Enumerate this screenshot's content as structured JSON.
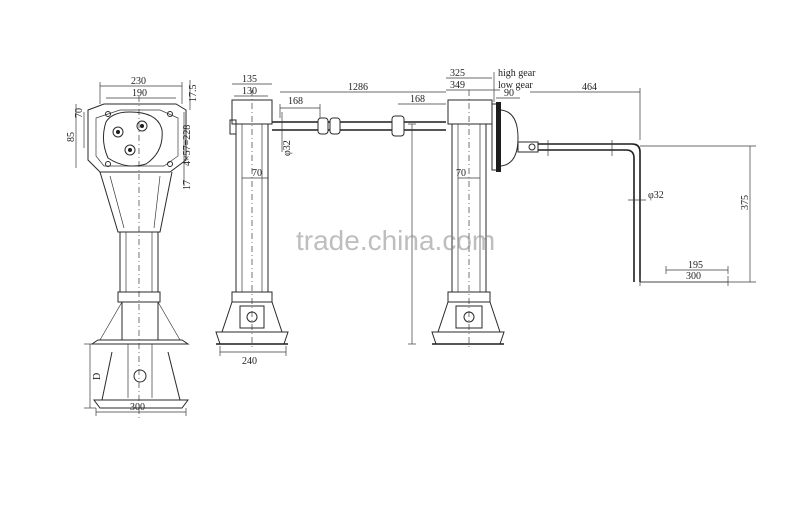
{
  "dimensions": {
    "left_view": {
      "top_width": "230",
      "inner_width": "190",
      "height_a": "85",
      "height_b": "70",
      "right_a": "17.5",
      "bolts": "4×57=228",
      "right_b": "17",
      "base_height": "D",
      "base_width": "300"
    },
    "front_view": {
      "top_a": "135",
      "top_b": "130",
      "depth": "70",
      "base_width": "240"
    },
    "shaft": {
      "length": "1286",
      "inner": "168",
      "diameter": "φ32",
      "right_inner": "168"
    },
    "rear_view": {
      "top_a": "325",
      "top_b": "349",
      "depth": "70",
      "flange": "90"
    },
    "handle": {
      "offset": "464",
      "height": "375",
      "diameter": "φ32",
      "inner": "195",
      "outer": "300"
    }
  },
  "gear_labels": {
    "high": "high gear",
    "low": "low gear"
  },
  "watermark": "trade.china.com",
  "colors": {
    "line": "#2a2a2a",
    "watermark": "#8a8a8a",
    "background": "#ffffff"
  }
}
